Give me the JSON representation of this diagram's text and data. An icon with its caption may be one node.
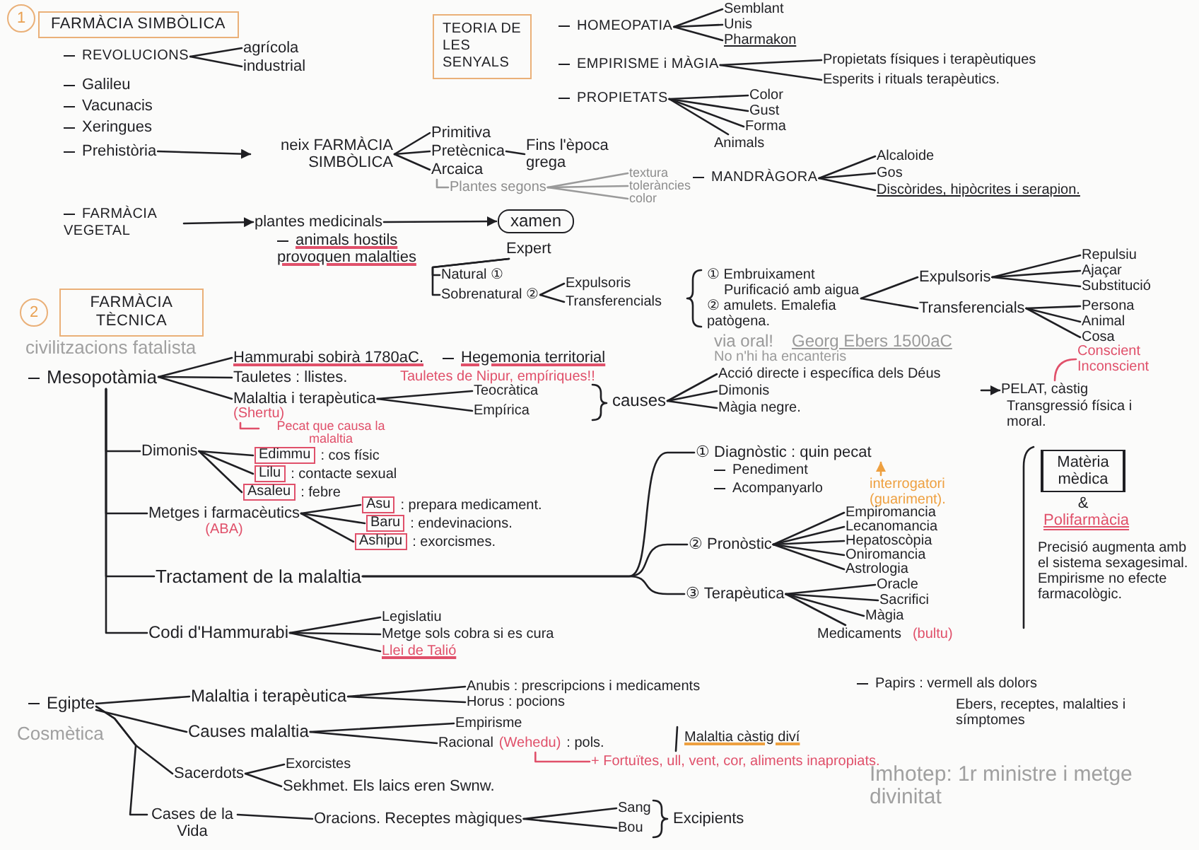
{
  "diagram": {
    "nodes": [
      {
        "text": [
          "1"
        ]
      },
      {
        "text": [
          "FARMÀCIA SIMBÒLICA"
        ]
      },
      {
        "text": [
          "REVOLUCIONS"
        ]
      },
      {
        "text": [
          "agrícola"
        ]
      },
      {
        "text": [
          "industrial"
        ]
      },
      {
        "text": [
          "Prehistòria"
        ]
      },
      {
        "text": [
          "neix FARMÀCIA SIMBÒLICA"
        ]
      },
      {
        "text": [
          "Primitiva"
        ]
      },
      {
        "text": [
          "Pretècnica"
        ]
      },
      {
        "text": [
          "Arcaica"
        ]
      },
      {
        "text": [
          "Fins l'època grega"
        ]
      },
      {
        "text": [
          "Plantes segons"
        ]
      },
      {
        "text": [
          "textura"
        ]
      },
      {
        "text": [
          "toleràncies"
        ]
      },
      {
        "text": [
          "color"
        ]
      },
      {
        "text": [
          "FARMÀCIA VEGETAL"
        ]
      },
      {
        "text": [
          "plantes medicinals"
        ]
      },
      {
        "text": [
          "xamen"
        ]
      },
      {
        "text": [
          "Expert"
        ]
      },
      {
        "text": [
          "Natural ①"
        ]
      },
      {
        "text": [
          "Sobrenatural ②"
        ]
      },
      {
        "text": [
          "Expulsoris"
        ]
      },
      {
        "text": [
          "Transferencials"
        ]
      },
      {
        "text": [
          "① Embruixament",
          "Purificació amb aigua",
          "② amulets. Emalefia patògena."
        ]
      },
      {
        "text": [
          "Expulsoris"
        ]
      },
      {
        "text": [
          "Transferencials"
        ]
      },
      {
        "text": [
          "Repulsiu"
        ]
      },
      {
        "text": [
          "Ajaçar"
        ]
      },
      {
        "text": [
          "Substitució"
        ]
      },
      {
        "text": [
          "Persona"
        ]
      },
      {
        "text": [
          "Animal"
        ]
      },
      {
        "text": [
          "Cosa"
        ]
      },
      {
        "text": [
          "TEORIA DE LES SENYALS"
        ]
      },
      {
        "text": [
          "HOMEOPATIA"
        ]
      },
      {
        "text": [
          "Semblant"
        ]
      },
      {
        "text": [
          "Unis"
        ]
      },
      {
        "text": [
          "Pharmakon"
        ]
      },
      {
        "text": [
          "EMPIRISME i MÀGIA"
        ]
      },
      {
        "text": [
          "Propietats físiques i terapèutiques"
        ]
      },
      {
        "text": [
          "Esperits i rituals terapèutics."
        ]
      },
      {
        "text": [
          "PROPIETATS"
        ]
      },
      {
        "text": [
          "Color"
        ]
      },
      {
        "text": [
          "Gust"
        ]
      },
      {
        "text": [
          "Forma"
        ]
      },
      {
        "text": [
          "Animals"
        ]
      },
      {
        "text": [
          "MANDRÀGORA"
        ]
      },
      {
        "text": [
          "Alcaloide"
        ]
      },
      {
        "text": [
          "Gos"
        ]
      },
      {
        "text": [
          "Discòrides, hipòcrites i serapion."
        ]
      },
      {
        "text": [
          "2"
        ]
      },
      {
        "text": [
          "FARMÀCIA TÈCNICA"
        ]
      },
      {
        "text": [
          "Mesopotàmia"
        ]
      },
      {
        "text": [
          "Hammurabi sobirà 1780aC."
        ]
      },
      {
        "text": [
          "Tauletes : llistes."
        ]
      },
      {
        "text": [
          "Malaltia i terapèutica"
        ]
      },
      {
        "text": [
          "Teocràtica"
        ]
      },
      {
        "text": [
          "Empírica"
        ]
      },
      {
        "text": [
          "causes"
        ]
      },
      {
        "text": [
          "Acció directe i específica dels Déus"
        ]
      },
      {
        "text": [
          "Dimonis"
        ]
      },
      {
        "text": [
          "Màgia negre."
        ]
      },
      {
        "text": [
          "PELAT, càstig",
          "Transgressió física i moral."
        ]
      },
      {
        "text": [
          "Conscient",
          "Inconscient"
        ]
      },
      {
        "text": [
          "(Shertu)"
        ]
      },
      {
        "text": [
          "Pecat que causa la malaltia"
        ]
      },
      {
        "text": [
          "Dimonis"
        ]
      },
      {
        "text": [
          "Edimmu"
        ],
        "beside": [
          ": cos físic"
        ]
      },
      {
        "text": [
          "Lilu"
        ],
        "beside": [
          ": contacte sexual"
        ]
      },
      {
        "text": [
          "Asaleu"
        ],
        "beside": [
          ": febre"
        ]
      },
      {
        "text": [
          "Metges i farmacèutics",
          "(ABA)"
        ]
      },
      {
        "text": [
          "Asu"
        ],
        "beside": [
          ": prepara medicament."
        ]
      },
      {
        "text": [
          "Baru"
        ],
        "beside": [
          ": endevinacions."
        ]
      },
      {
        "text": [
          "Ashipu"
        ],
        "beside": [
          ": exorcismes."
        ]
      },
      {
        "text": [
          "Tractament de la malaltia"
        ]
      },
      {
        "text": [
          "① Diagnòstic : quin pecat"
        ]
      },
      {
        "text": [
          "interrogatori (guariment)."
        ]
      },
      {
        "text": [
          "② Pronòstic"
        ]
      },
      {
        "text": [
          "Empiromancia"
        ]
      },
      {
        "text": [
          "Lecanomancia"
        ]
      },
      {
        "text": [
          "Hepatoscòpia"
        ]
      },
      {
        "text": [
          "Oniromancia"
        ]
      },
      {
        "text": [
          "Astrologia"
        ]
      },
      {
        "text": [
          "③ Terapèutica"
        ]
      },
      {
        "text": [
          "Oracle"
        ]
      },
      {
        "text": [
          "Sacrifici"
        ]
      },
      {
        "text": [
          "Màgia"
        ]
      },
      {
        "text": [
          "Medicaments"
        ],
        "beside": [
          "(bultu)"
        ]
      },
      {
        "text": [
          "Matèria mèdica"
        ],
        "beside": [
          "&"
        ]
      },
      {
        "text": [
          "Codi d'Hammurabi"
        ]
      },
      {
        "text": [
          "Legislatiu"
        ]
      },
      {
        "text": [
          "Metge sols cobra si es cura"
        ]
      },
      {
        "text": [
          "Llei de Talió"
        ]
      },
      {
        "text": [
          "Egipte"
        ]
      },
      {
        "text": [
          "Malaltia i terapèutica"
        ]
      },
      {
        "text": [
          "Anubis : prescripcions i medicaments"
        ]
      },
      {
        "text": [
          "Horus : pocions"
        ]
      },
      {
        "text": [
          "Causes malaltia"
        ]
      },
      {
        "text": [
          "Empirisme"
        ]
      },
      {
        "text": [
          "Racional",
          "(Wehedu)"
        ],
        "beside": [
          ": pols."
        ]
      },
      {
        "text": [
          "+ Fortuïtes, ull, vent, cor, aliments inapropiats."
        ]
      },
      {
        "text": [
          "Sacerdots"
        ]
      },
      {
        "text": [
          "Exorcistes"
        ]
      },
      {
        "text": [
          "Sekhmet. Els laics eren Swnw."
        ]
      },
      {
        "text": [
          "Cases de la Vida"
        ]
      },
      {
        "text": [
          "Oracions. Receptes màgiques"
        ]
      },
      {
        "text": [
          "Sang"
        ]
      },
      {
        "text": [
          "Bou"
        ]
      },
      {
        "text": [
          "Galileu"
        ]
      },
      {
        "text": [
          "Vacunacis"
        ]
      },
      {
        "text": [
          "Xeringues"
        ]
      },
      {
        "text": [
          "Hegemonia territorial"
        ]
      },
      {
        "text": [
          "Penediment"
        ]
      },
      {
        "text": [
          "Acompanyarlo"
        ]
      },
      {
        "text": [
          "animals hostils provoquen malalties"
        ]
      },
      {
        "text": [
          "Papirs : vermell als dolors"
        ]
      }
    ],
    "edges": [
      {
        "from": 2,
        "to": 3,
        "arrow": "none"
      },
      {
        "from": 2,
        "to": 4,
        "arrow": "none"
      },
      {
        "from": 5,
        "to": 6,
        "arrow": "to"
      },
      {
        "from": 6,
        "to": 7,
        "arrow": "none"
      },
      {
        "from": 6,
        "to": 8,
        "arrow": "none"
      },
      {
        "from": 6,
        "to": 9,
        "arrow": "none"
      },
      {
        "from": 8,
        "to": 10,
        "arrow": "none"
      },
      {
        "from": 9,
        "to": 11,
        "arrow": "none",
        "color": "#9a9a9a"
      },
      {
        "from": 11,
        "to": 12,
        "arrow": "none",
        "color": "#9a9a9a"
      },
      {
        "from": 11,
        "to": 13,
        "arrow": "none",
        "color": "#9a9a9a"
      },
      {
        "from": 11,
        "to": 14,
        "arrow": "none",
        "color": "#9a9a9a"
      },
      {
        "from": 15,
        "to": 16,
        "arrow": "to"
      },
      {
        "from": 16,
        "to": 17,
        "arrow": "to"
      },
      {
        "from": 18,
        "to": 19,
        "arrow": "none"
      },
      {
        "from": 18,
        "to": 20,
        "arrow": "none"
      },
      {
        "from": 20,
        "to": 21,
        "arrow": "none"
      },
      {
        "from": 20,
        "to": 22,
        "arrow": "none"
      },
      {
        "from": 23,
        "to": 24,
        "arrow": "none"
      },
      {
        "from": 23,
        "to": 25,
        "arrow": "none"
      },
      {
        "from": 24,
        "to": 26,
        "arrow": "none"
      },
      {
        "from": 24,
        "to": 27,
        "arrow": "none"
      },
      {
        "from": 24,
        "to": 28,
        "arrow": "none"
      },
      {
        "from": 25,
        "to": 29,
        "arrow": "none"
      },
      {
        "from": 25,
        "to": 30,
        "arrow": "none"
      },
      {
        "from": 25,
        "to": 31,
        "arrow": "none"
      },
      {
        "from": 33,
        "to": 34,
        "arrow": "none"
      },
      {
        "from": 33,
        "to": 35,
        "arrow": "none"
      },
      {
        "from": 33,
        "to": 36,
        "arrow": "none"
      },
      {
        "from": 37,
        "to": 38,
        "arrow": "none"
      },
      {
        "from": 37,
        "to": 39,
        "arrow": "none"
      },
      {
        "from": 40,
        "to": 41,
        "arrow": "none"
      },
      {
        "from": 40,
        "to": 42,
        "arrow": "none"
      },
      {
        "from": 40,
        "to": 43,
        "arrow": "none"
      },
      {
        "from": 40,
        "to": 44,
        "arrow": "none"
      },
      {
        "from": 45,
        "to": 46,
        "arrow": "none"
      },
      {
        "from": 45,
        "to": 47,
        "arrow": "none"
      },
      {
        "from": 45,
        "to": 48,
        "arrow": "none"
      },
      {
        "from": 51,
        "to": 52,
        "arrow": "none"
      },
      {
        "from": 51,
        "to": 53,
        "arrow": "none"
      },
      {
        "from": 51,
        "to": 54,
        "arrow": "none"
      },
      {
        "from": 54,
        "to": 55,
        "arrow": "none"
      },
      {
        "from": 54,
        "to": 56,
        "arrow": "none"
      },
      {
        "from": 57,
        "to": 58,
        "arrow": "none"
      },
      {
        "from": 57,
        "to": 59,
        "arrow": "none"
      },
      {
        "from": 57,
        "to": 60,
        "arrow": "none"
      },
      {
        "from": null,
        "to": 61,
        "arrow": "to"
      },
      {
        "from": 61,
        "to": 62,
        "arrow": "none",
        "color": "#e0506a"
      },
      {
        "from": 63,
        "to": 64,
        "arrow": "none",
        "color": "#e0506a"
      },
      {
        "from": 51,
        "to": 65,
        "arrow": "none"
      },
      {
        "from": 51,
        "to": 69,
        "arrow": "none"
      },
      {
        "from": 51,
        "to": 73,
        "arrow": "none"
      },
      {
        "from": 51,
        "to": 88,
        "arrow": "none"
      },
      {
        "from": 65,
        "to": 66,
        "arrow": "none"
      },
      {
        "from": 65,
        "to": 67,
        "arrow": "none"
      },
      {
        "from": 65,
        "to": 68,
        "arrow": "none"
      },
      {
        "from": 69,
        "to": 70,
        "arrow": "none"
      },
      {
        "from": 69,
        "to": 71,
        "arrow": "none"
      },
      {
        "from": 69,
        "to": 72,
        "arrow": "none"
      },
      {
        "from": 73,
        "to": 74,
        "arrow": "none"
      },
      {
        "from": 73,
        "to": 76,
        "arrow": "none"
      },
      {
        "from": 73,
        "to": 82,
        "arrow": "none"
      },
      {
        "from": 75,
        "to": 74,
        "arrow": "to",
        "color": "#eea040"
      },
      {
        "from": 76,
        "to": 77,
        "arrow": "none"
      },
      {
        "from": 76,
        "to": 78,
        "arrow": "none"
      },
      {
        "from": 76,
        "to": 79,
        "arrow": "none"
      },
      {
        "from": 76,
        "to": 80,
        "arrow": "none"
      },
      {
        "from": 76,
        "to": 81,
        "arrow": "none"
      },
      {
        "from": 82,
        "to": 83,
        "arrow": "none"
      },
      {
        "from": 82,
        "to": 84,
        "arrow": "none"
      },
      {
        "from": 82,
        "to": 85,
        "arrow": "none"
      },
      {
        "from": 82,
        "to": 86,
        "arrow": "none"
      },
      {
        "from": 88,
        "to": 89,
        "arrow": "none"
      },
      {
        "from": 88,
        "to": 90,
        "arrow": "none"
      },
      {
        "from": 88,
        "to": 91,
        "arrow": "none"
      },
      {
        "from": 92,
        "to": 93,
        "arrow": "none"
      },
      {
        "from": 92,
        "to": 96,
        "arrow": "none"
      },
      {
        "from": 92,
        "to": 100,
        "arrow": "none"
      },
      {
        "from": 92,
        "to": 103,
        "arrow": "none"
      },
      {
        "from": 93,
        "to": 94,
        "arrow": "none"
      },
      {
        "from": 93,
        "to": 95,
        "arrow": "none"
      },
      {
        "from": 96,
        "to": 97,
        "arrow": "none"
      },
      {
        "from": 96,
        "to": 98,
        "arrow": "none"
      },
      {
        "from": 98,
        "to": 99,
        "arrow": "none",
        "color": "#e0506a"
      },
      {
        "from": 100,
        "to": 101,
        "arrow": "none"
      },
      {
        "from": 100,
        "to": 102,
        "arrow": "none"
      },
      {
        "from": 103,
        "to": 104,
        "arrow": "none"
      },
      {
        "from": 104,
        "to": 105,
        "arrow": "none"
      },
      {
        "from": 104,
        "to": 106,
        "arrow": "none"
      }
    ],
    "labels": [
      "civilitzacions fatalista",
      "Tauletes de Nipur, empíriques!!",
      "via oral!",
      "Georg Ebers 1500aC",
      "No n'hi ha encanteris",
      "Polifarmàcia",
      "Precisió augmenta amb el sistema sexagesimal. Empirisme no efecte farmacològic.",
      "Cosmètica",
      "Ebers, receptes, malalties i símptomes",
      "Malaltia càstig diví",
      "Imhotep: 1r ministre i metge divinitat",
      "Excipients"
    ]
  }
}
